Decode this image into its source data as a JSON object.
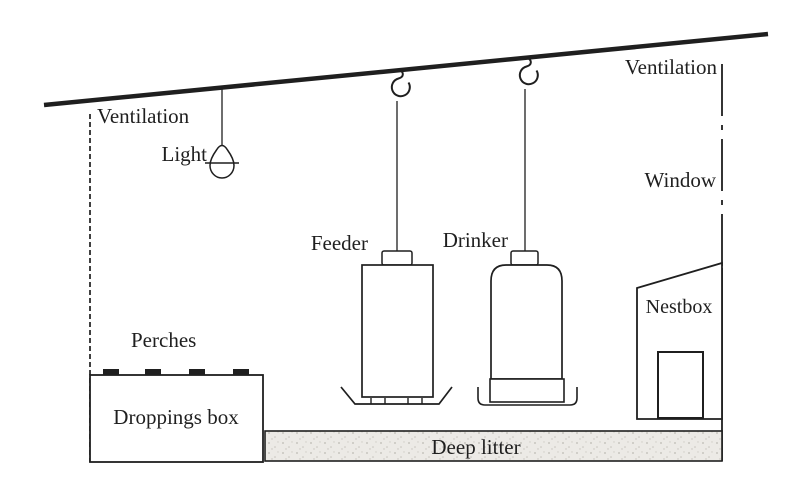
{
  "labels": {
    "ventilation_left": "Ventilation",
    "light": "Light",
    "feeder": "Feeder",
    "drinker": "Drinker",
    "ventilation_right": "Ventilation",
    "window": "Window",
    "nestbox": "Nestbox",
    "perches": "Perches",
    "droppings_box": "Droppings box",
    "deep_litter": "Deep litter"
  },
  "colors": {
    "line": "#1f1f1f",
    "background": "#ffffff",
    "litter_fill": "#eceae6",
    "litter_speckle": "#bdbab4"
  }
}
